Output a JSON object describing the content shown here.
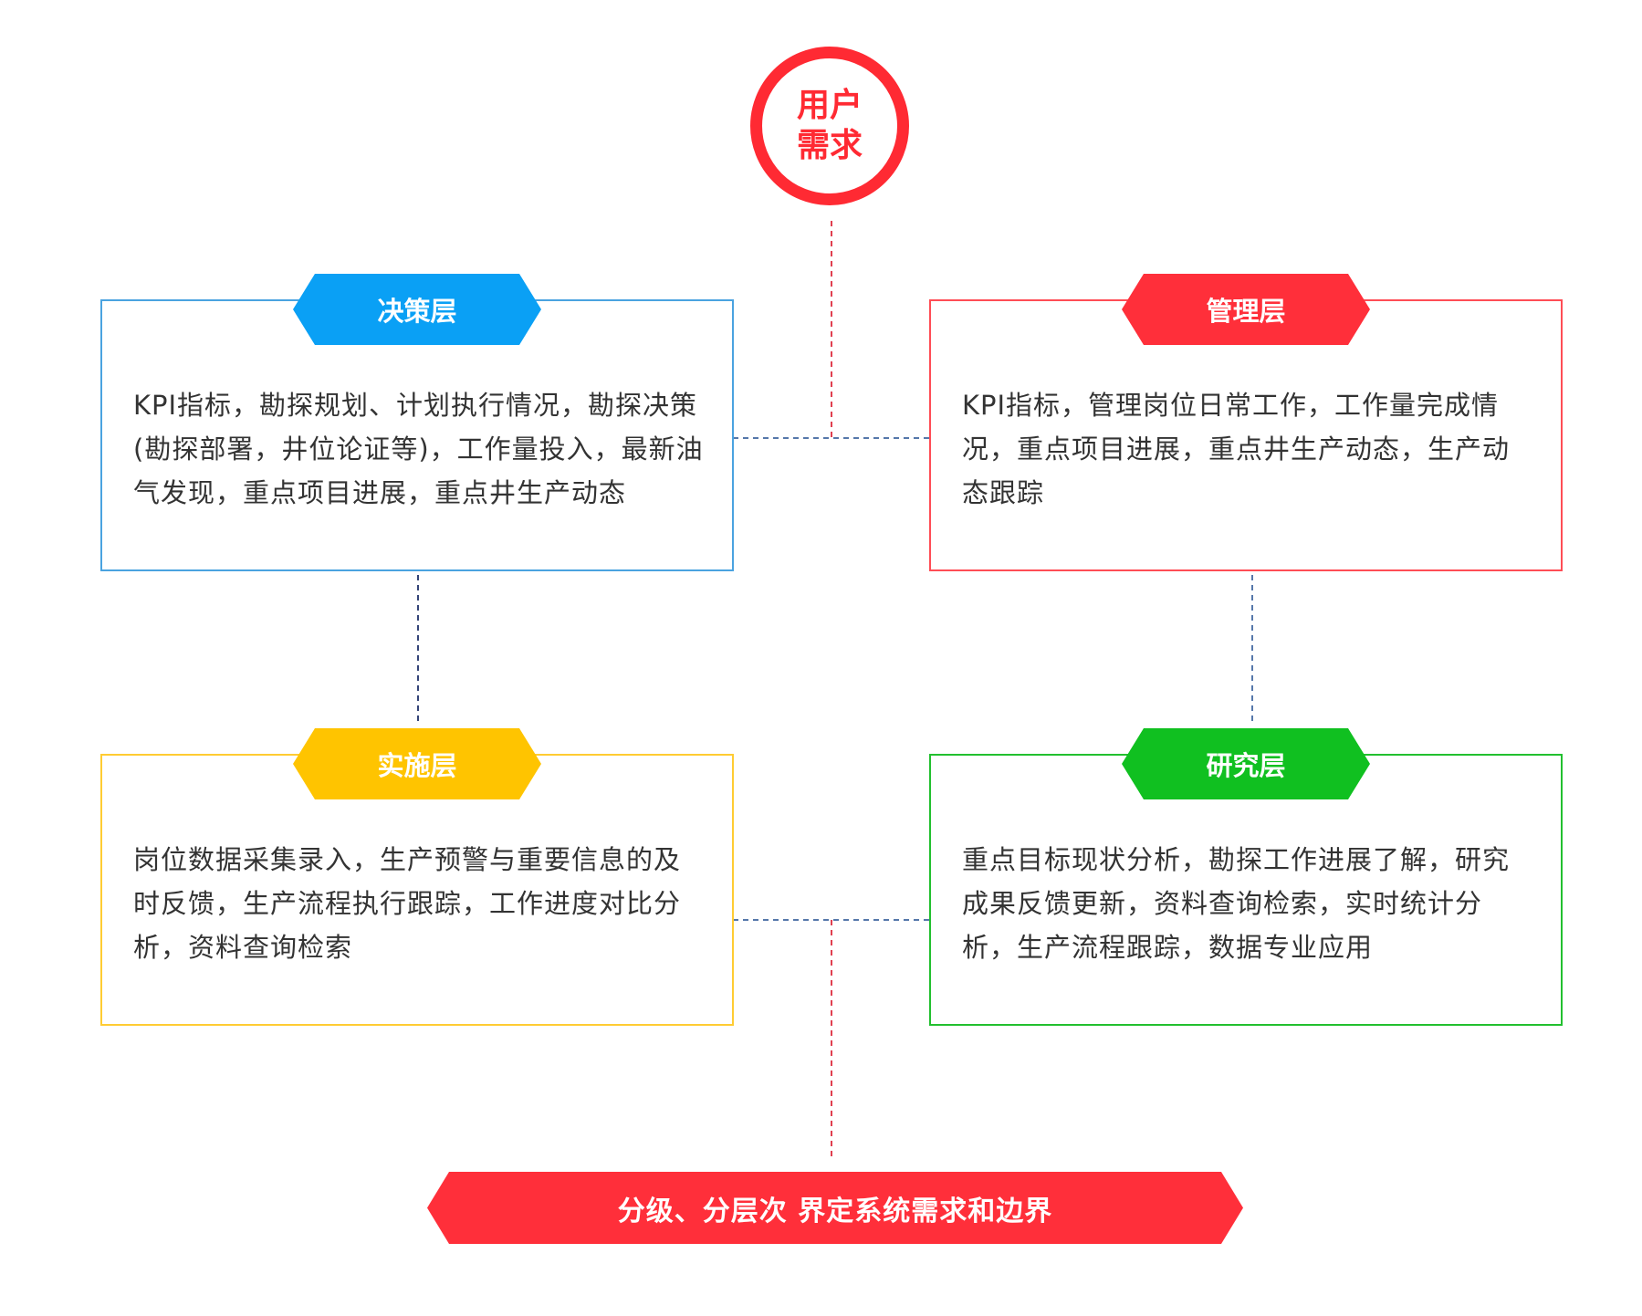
{
  "center": {
    "label": "用户需求",
    "color": "#ff2a33"
  },
  "layers": {
    "decision": {
      "title": "决策层",
      "color": "#0aa0f5",
      "border": "#4aa3e0",
      "text": "KPI指标，勘探规划、计划执行情况，勘探决策(勘探部署，井位论证等)，工作量投入，最新油气发现，重点项目进展，重点井生产动态"
    },
    "management": {
      "title": "管理层",
      "color": "#ff2f3a",
      "border": "#ff4d55",
      "text": "KPI指标，管理岗位日常工作，工作量完成情况，重点项目进展，重点井生产动态，生产动态跟踪"
    },
    "implementation": {
      "title": "实施层",
      "color": "#ffc400",
      "border": "#ffcc33",
      "text": "岗位数据采集录入，生产预警与重要信息的及时反馈，生产流程执行跟踪，工作进度对比分析，资料查询检索"
    },
    "research": {
      "title": "研究层",
      "color": "#10c020",
      "border": "#22c02f",
      "text": "重点目标现状分析，勘探工作进展了解，研究成果反馈更新，资料查询检索，实时统计分析，生产流程跟踪，数据专业应用"
    }
  },
  "banner": {
    "label": "分级、分层次 界定系统需求和边界",
    "color": "#ff2f3a"
  },
  "connector_colors": {
    "red": "#e04050",
    "blue": "#5577aa"
  }
}
